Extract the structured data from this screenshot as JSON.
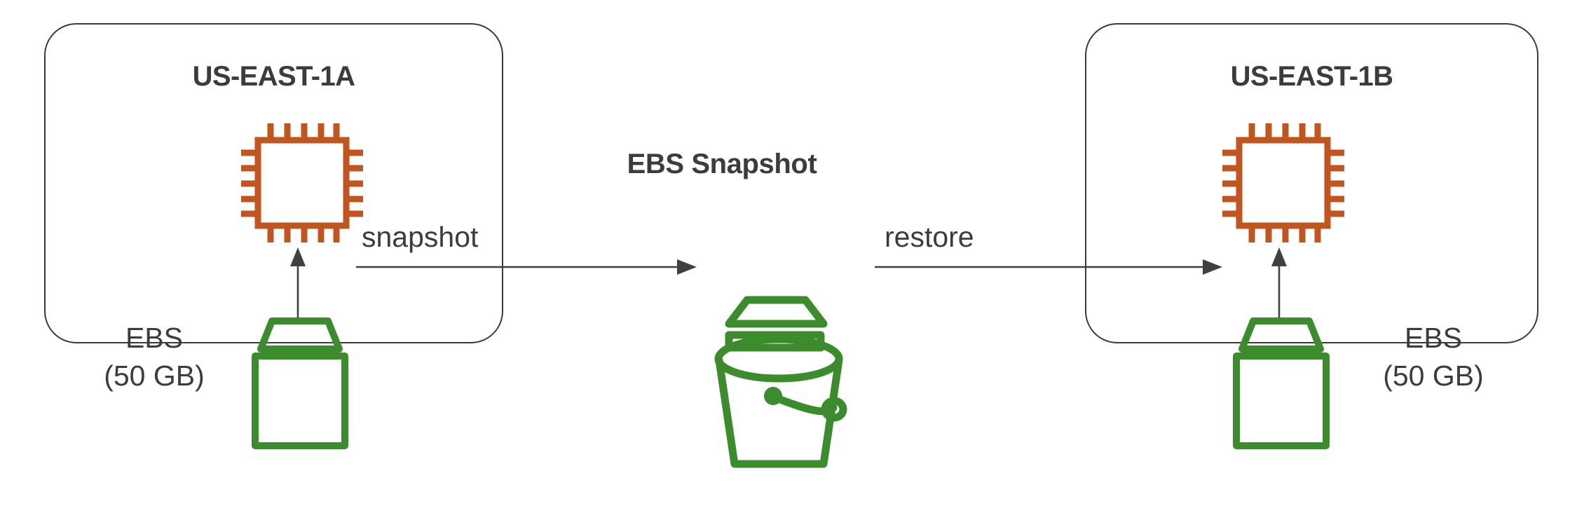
{
  "diagram": {
    "title_center": "EBS Snapshot",
    "colors": {
      "chip_orange": "#C0551F",
      "volume_green": "#3C8C2D",
      "text_gray": "#3C3C3C",
      "box_border": "#3A3A3A",
      "arrow_gray": "#404040",
      "background": "#FFFFFF"
    },
    "zones": [
      {
        "id": "us-east-1a",
        "title": "US-EAST-1A",
        "compute_icon": "cpu-chip-icon",
        "volume_icon": "ebs-volume-icon",
        "volume_label_line1": "EBS",
        "volume_label_line2": "(50 GB)",
        "label_side": "left",
        "attach_arrow": "volume-to-instance-arrow"
      },
      {
        "id": "us-east-1b",
        "title": "US-EAST-1B",
        "compute_icon": "cpu-chip-icon",
        "volume_icon": "ebs-volume-icon",
        "volume_label_line1": "EBS",
        "volume_label_line2": "(50 GB)",
        "label_side": "right",
        "attach_arrow": "volume-to-instance-arrow"
      }
    ],
    "snapshot": {
      "icon": "snapshot-bucket-icon",
      "title": "EBS Snapshot"
    },
    "edges": [
      {
        "id": "snapshot-edge",
        "label": "snapshot",
        "from": "us-east-1a-volume",
        "to": "ebs-snapshot"
      },
      {
        "id": "restore-edge",
        "label": "restore",
        "from": "ebs-snapshot",
        "to": "us-east-1b-volume"
      }
    ]
  }
}
